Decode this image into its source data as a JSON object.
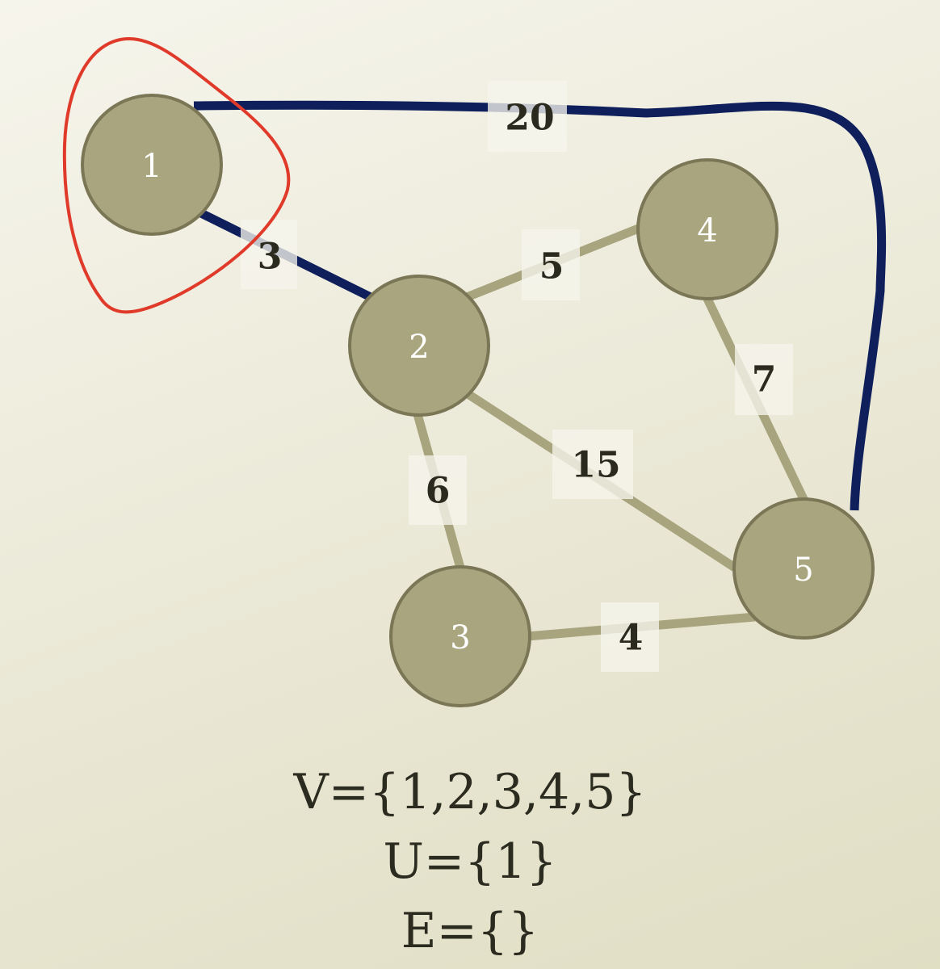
{
  "graph": {
    "nodes": [
      {
        "id": "1",
        "label": "1"
      },
      {
        "id": "2",
        "label": "2"
      },
      {
        "id": "3",
        "label": "3"
      },
      {
        "id": "4",
        "label": "4"
      },
      {
        "id": "5",
        "label": "5"
      }
    ],
    "edges": [
      {
        "from": "1",
        "to": "2",
        "weight": "3",
        "candidate": true
      },
      {
        "from": "1",
        "to": "5",
        "weight": "20",
        "candidate": true
      },
      {
        "from": "2",
        "to": "4",
        "weight": "5",
        "candidate": false
      },
      {
        "from": "2",
        "to": "3",
        "weight": "6",
        "candidate": false
      },
      {
        "from": "2",
        "to": "5",
        "weight": "15",
        "candidate": false
      },
      {
        "from": "4",
        "to": "5",
        "weight": "7",
        "candidate": false
      },
      {
        "from": "3",
        "to": "5",
        "weight": "4",
        "candidate": false
      }
    ],
    "selected_set": [
      "1"
    ]
  },
  "colors": {
    "node_fill": "#a9a57f",
    "node_stroke": "#7a7656",
    "edge": "#a8a47e",
    "candidate_edge": "#0e1f5b",
    "selection_outline": "#e03a2a"
  },
  "sets": {
    "v": "V={1,2,3,4,5}",
    "u": "U={1}",
    "e": "E={}"
  }
}
